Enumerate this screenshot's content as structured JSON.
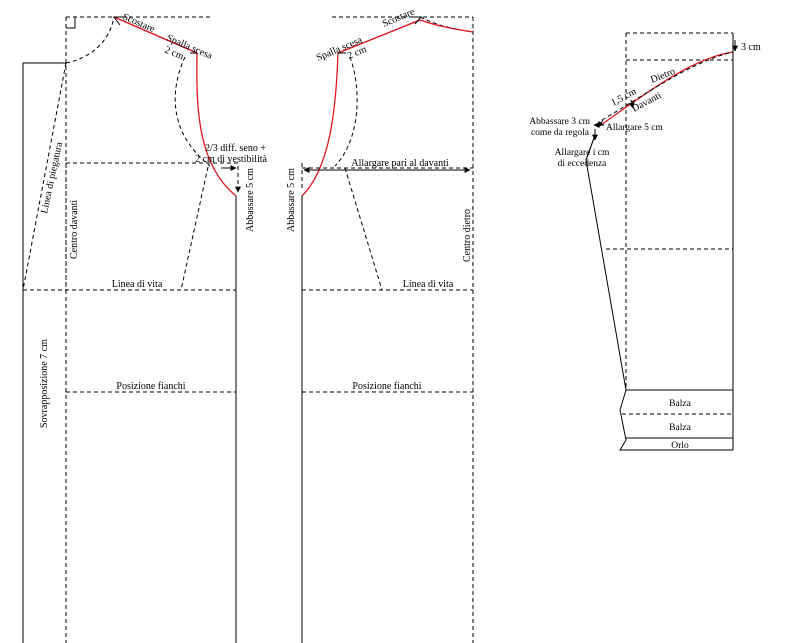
{
  "front": {
    "scostare": "Scostare",
    "spalla_scesa": "Spalla scesa",
    "two_cm": "2 cm",
    "linea_piegatura": "Linea di piegatura",
    "centro_davanti": "Centro davanti",
    "diff_line1": "2/3 diff. seno +",
    "diff_line2": "2 cm di vestibilità",
    "abbassare_5": "Abbassare 5 cm",
    "linea_vita": "Linea di vita",
    "posizione_fianchi": "Posizione fianchi",
    "sovrapposizione": "Sovrapposizione 7 cm"
  },
  "back": {
    "scostare": "Scostare",
    "spalla_scesa": "Spalla scesa",
    "two_cm": "2 cm",
    "abbassare_5": "Abbassare 5 cm",
    "allargare": "Allargare pari al davanti",
    "centro_dietro": "Centro dietro",
    "linea_vita": "Linea di vita",
    "posizione_fianchi": "Posizione fianchi"
  },
  "sleeve": {
    "three_cm": "3 cm",
    "dietro": "Dietro",
    "one_five_cm": "1,5 cm",
    "davanti": "Davanti",
    "abbassare_line1": "Abbassare 3 cm",
    "abbassare_line2": "come da regola",
    "allargare_5": "Allargare 5 cm",
    "allargare_1_line1": "Allargare i cm",
    "allargare_1_line2": "di eccedenza",
    "balza1": "Balza",
    "balza2": "Balza",
    "orlo": "Orlo"
  },
  "colors": {
    "line": "#000000",
    "highlight": "#e0141e"
  }
}
